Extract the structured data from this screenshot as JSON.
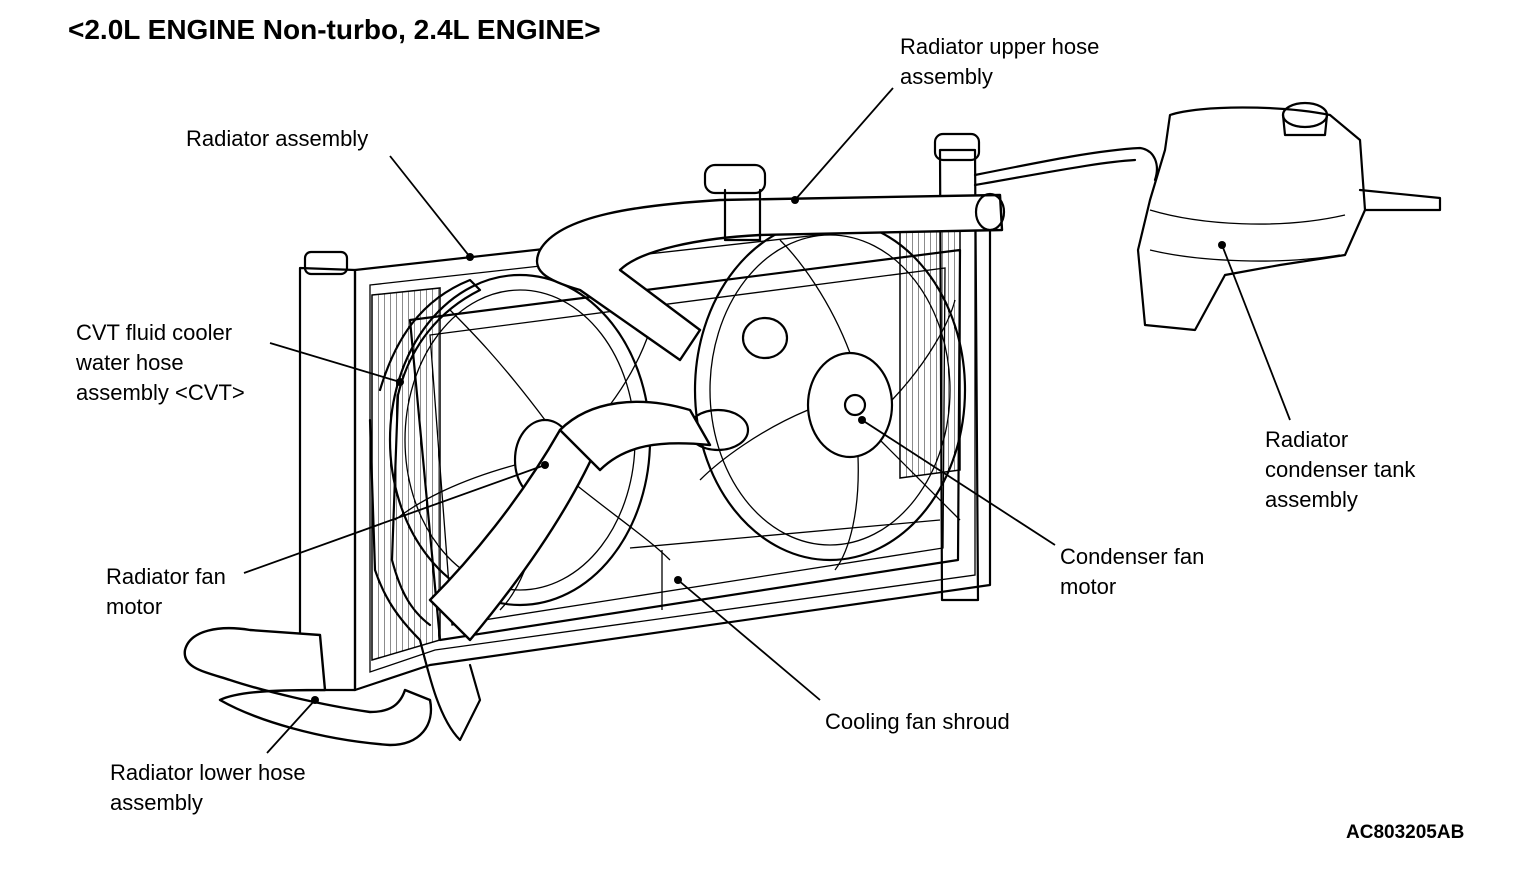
{
  "title": "<2.0L ENGINE Non-turbo, 2.4L ENGINE>",
  "figure_code": "AC803205AB",
  "labels": {
    "radiator_upper_hose": [
      "Radiator upper hose",
      "assembly"
    ],
    "radiator_assembly": [
      "Radiator assembly"
    ],
    "cvt_hose": [
      "CVT fluid cooler",
      "water hose",
      "assembly <CVT>"
    ],
    "radiator_fan_motor": [
      "Radiator fan",
      "motor"
    ],
    "radiator_lower_hose": [
      "Radiator lower hose",
      "assembly"
    ],
    "cooling_fan_shroud": [
      "Cooling fan shroud"
    ],
    "condenser_fan_motor": [
      "Condenser fan",
      "motor"
    ],
    "condenser_tank": [
      "Radiator",
      "condenser tank",
      "assembly"
    ]
  }
}
